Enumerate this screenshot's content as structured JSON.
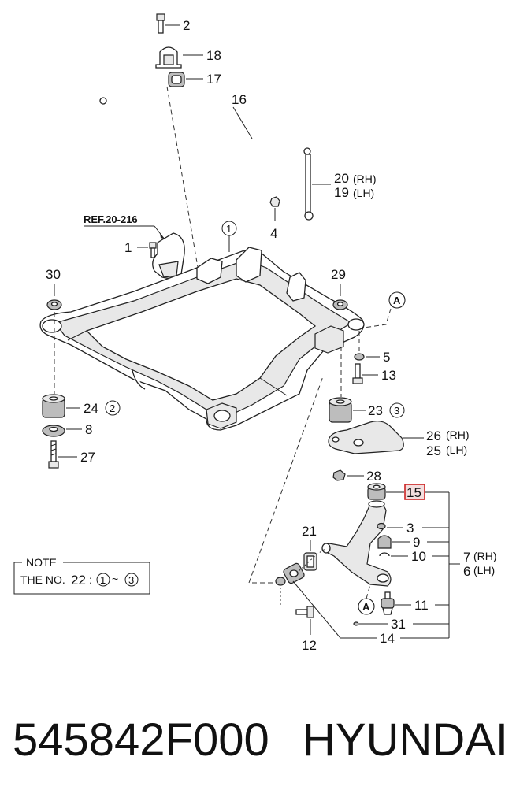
{
  "diagram": {
    "ref": "REF.20-216",
    "callouts": {
      "c1": "1",
      "c2": "2",
      "c3": "3",
      "c4": "4",
      "c5": "5",
      "c6": "6",
      "c7": "7",
      "c8": "8",
      "c9": "9",
      "c10": "10",
      "c11": "11",
      "c12": "12",
      "c13": "13",
      "c14": "14",
      "c15": "15",
      "c16": "16",
      "c17": "17",
      "c18": "18",
      "c19": "19",
      "c20": "20",
      "c21": "21",
      "c23": "23",
      "c24": "24",
      "c25": "25",
      "c26": "26",
      "c27": "27",
      "c28": "28",
      "c29": "29",
      "c30": "30",
      "c31": "31"
    },
    "side_rh": "(RH)",
    "side_lh": "(LH)",
    "circled": {
      "one": "1",
      "two": "2",
      "three": "3",
      "letter_a": "A"
    },
    "highlight_color": "#cc2222",
    "note": {
      "title": "NOTE",
      "line_prefix": "THE NO.",
      "line_num": "22",
      "line_colon": ":",
      "line_tilde": "~"
    }
  },
  "footer": {
    "part_number": "545842F000",
    "brand": "HYUNDAI"
  }
}
